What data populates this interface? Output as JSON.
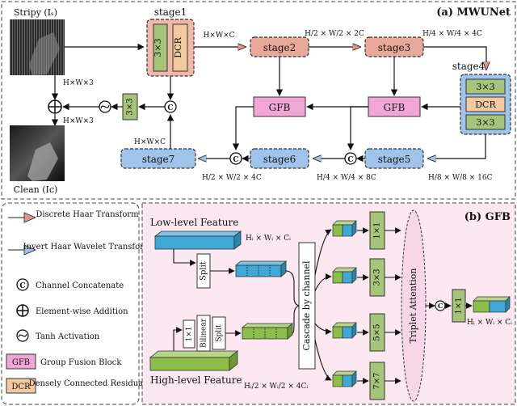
{
  "panel_a": {
    "title": "(a) MWUNet",
    "stripy_label": "Stripy (Iₛ)",
    "clean_label": "Clean (Iᴄ)",
    "stage1": "stage1",
    "stage1_conv": "3×3",
    "stage1_dcr": "DCR",
    "stage2": "stage2",
    "stage3": "stage3",
    "stage4": "stage4",
    "stage4_conv_top": "3×3",
    "stage4_dcr": "DCR",
    "stage4_conv_bottom": "3×3",
    "stage5": "stage5",
    "stage6": "stage6",
    "stage7": "stage7",
    "gfb_left": "GFB",
    "gfb_right": "GFB",
    "conv_vertical": "3×3",
    "dim_hwc_top": "H×W×C",
    "dim_hw3_top": "H×W×3",
    "dim_hw3_bottom": "H×W×3",
    "dim_hwc_mid": "H×W×C",
    "dim_s2": "H/2 × W/2 × 2C",
    "dim_s3": "H/4 × W/4 × 4C",
    "dim_s7": "H/2 × W/2 × 4C",
    "dim_s6": "H/4 × W/4 × 8C",
    "dim_s5": "H/8 × W/8 × 16C"
  },
  "legend": {
    "items": [
      {
        "symbol": "discrete-haar",
        "label": "Discrete Haar Transform"
      },
      {
        "symbol": "invert-haar",
        "label": "Invert Haar Wavelet Transform"
      },
      {
        "symbol": "C",
        "label": "Channel Concatenate"
      },
      {
        "symbol": "plus",
        "label": "Element-wise Addition"
      },
      {
        "symbol": "tanh",
        "label": "Tanh Activation"
      },
      {
        "symbol": "GFB",
        "label": "Group Fusion Block"
      },
      {
        "symbol": "DCR",
        "label": "Densely Connected Residual"
      }
    ]
  },
  "panel_b": {
    "title": "(b) GFB",
    "low_level": "Low-level Feature",
    "high_level": "High-level Feature",
    "low_dim": "Hᵢ × Wᵢ × Cᵢ",
    "high_dim": "Hᵢ/2 × Wᵢ/2 × 4Cᵢ",
    "split_top": "Split",
    "split_bottom": "Split",
    "bilinear": "Bilinear",
    "conv1x1_small": "1×1",
    "cascade": "Cascade by channel",
    "convs": [
      "1×1",
      "3×3",
      "5×5",
      "7×7"
    ],
    "triplet": "Triplet Attention",
    "final_conv": "1×1",
    "out_dim": "Hᵢ × Wᵢ × Cᵢ"
  },
  "colors": {
    "down_stage": "#e8a99a",
    "up_stage": "#9fc3ea",
    "gfb": "#f1a7d6",
    "dcr": "#f3c9a0",
    "conv_green": "#a6c47a",
    "cube_blue": "#3fa8d6",
    "cube_green": "#8dbd4a"
  }
}
